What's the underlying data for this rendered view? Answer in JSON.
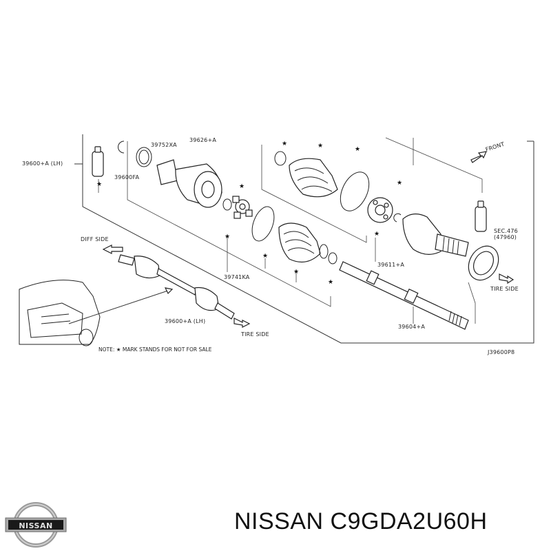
{
  "diagram": {
    "labels": {
      "l39600a_lh_top": "39600+A (LH)",
      "l39752xa": "39752XA",
      "l39626a": "39626+A",
      "l39600fa": "39600FA",
      "lfront": "FRONT",
      "lsec476": "SEC.476",
      "l47960": "(47960)",
      "l39611a": "39611+A",
      "ldiff_side": "DIFF SIDE",
      "l39741ka": "39741KA",
      "ltire_side_right": "TIRE SIDE",
      "l39600a_lh_bottom": "39600+A (LH)",
      "l39604a": "39604+A",
      "ltire_side_bottom": "TIRE SIDE",
      "lnote": "NOTE:  ★  MARK STANDS FOR NOT FOR SALE",
      "lcode": "J39600P8"
    },
    "star_glyph": "★"
  },
  "caption": {
    "part_number": "NISSAN C9GDA2U60H"
  },
  "logo": {
    "text": "NISSAN"
  }
}
